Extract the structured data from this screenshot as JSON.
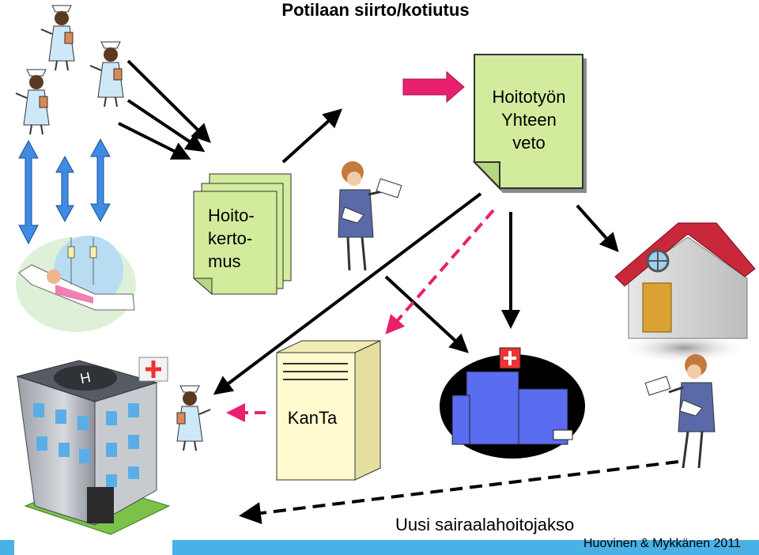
{
  "title": "Potilaan siirto/kotiutus",
  "documents": {
    "nursing_summary": "Hoitotyön\nYhteen\nveto",
    "nursing_record": "Hoito-\nkerto-\nmus"
  },
  "kanta_label": "KanTa",
  "bottom_label": "Uusi sairaalahoitojakso",
  "credit": "Huovinen & Mykkänen 2011",
  "colors": {
    "document_fill": "#d2eb9d",
    "kanta_fill": "#fffbcf",
    "hospital_building": "#5a6cf0",
    "house_roof": "#c8283a",
    "accent_arrow": "#e8206e",
    "vertical_arrow": "#3e8be6",
    "footer_bar": "#49b1e6"
  },
  "icons": [
    "nurse-icon",
    "patient-in-bed-icon",
    "doctor-icon",
    "document-stack-icon",
    "document-icon",
    "server-icon",
    "hospital-icon",
    "house-icon",
    "health-center-icon",
    "injured-patient-icon"
  ]
}
